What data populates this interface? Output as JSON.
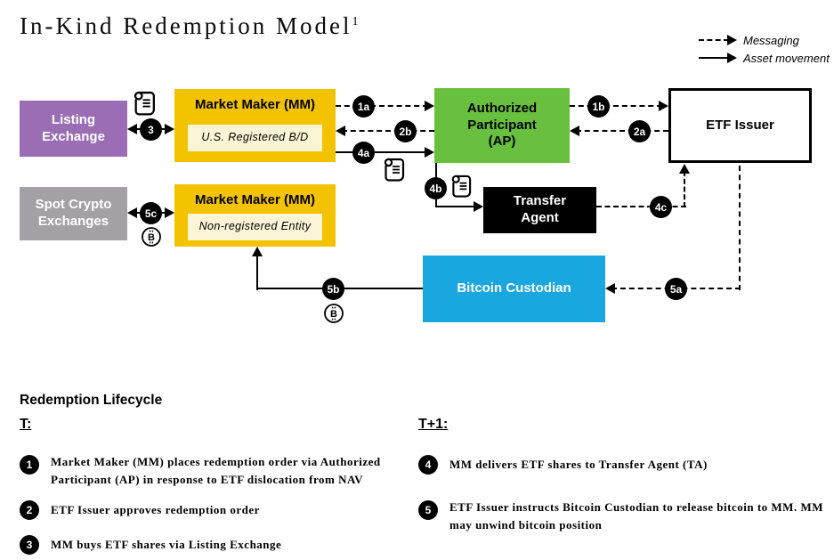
{
  "title": "In-Kind Redemption Model",
  "title_superscript": "1",
  "legend": {
    "messaging_label": "Messaging",
    "asset_movement_label": "Asset movement"
  },
  "colors": {
    "purple": "#9A6DB4",
    "yellow": "#F3C300",
    "cream": "#FBF4D5",
    "green": "#69C03F",
    "gray": "#A3A0A6",
    "blue": "#1AA7E0",
    "black": "#000000"
  },
  "icons": {
    "certificate": "scroll-certificate-icon",
    "bitcoin": "bitcoin-circle-icon"
  },
  "nodes": {
    "listing_exchange": "Listing Exchange",
    "market_maker_registered": {
      "title": "Market Maker (MM)",
      "subtitle": "U.S. Registered B/D"
    },
    "authorized_participant": "Authorized Participant (AP)",
    "etf_issuer": "ETF Issuer",
    "spot_crypto_exchanges": "Spot Crypto Exchanges",
    "market_maker_nonregistered": {
      "title": "Market Maker (MM)",
      "subtitle": "Non-registered Entity"
    },
    "transfer_agent": "Transfer Agent",
    "bitcoin_custodian": "Bitcoin Custodian"
  },
  "steps": {
    "1a": "1a",
    "1b": "1b",
    "2a": "2a",
    "2b": "2b",
    "3": "3",
    "4a": "4a",
    "4b": "4b",
    "4c": "4c",
    "5a": "5a",
    "5b": "5b",
    "5c": "5c"
  },
  "lifecycle": {
    "heading": "Redemption Lifecycle",
    "t": {
      "label": "T:",
      "items": [
        {
          "num": "1",
          "text": "Market Maker (MM) places redemption order via Authorized Participant (AP) in response to ETF dislocation from NAV"
        },
        {
          "num": "2",
          "text": "ETF Issuer approves redemption order"
        },
        {
          "num": "3",
          "text": "MM buys ETF shares via Listing Exchange"
        }
      ]
    },
    "t1": {
      "label": "T+1:",
      "items": [
        {
          "num": "4",
          "text": "MM delivers ETF shares to Transfer Agent (TA)"
        },
        {
          "num": "5",
          "text": "ETF Issuer instructs Bitcoin Custodian to release bitcoin to MM. MM may unwind bitcoin position"
        }
      ]
    }
  }
}
